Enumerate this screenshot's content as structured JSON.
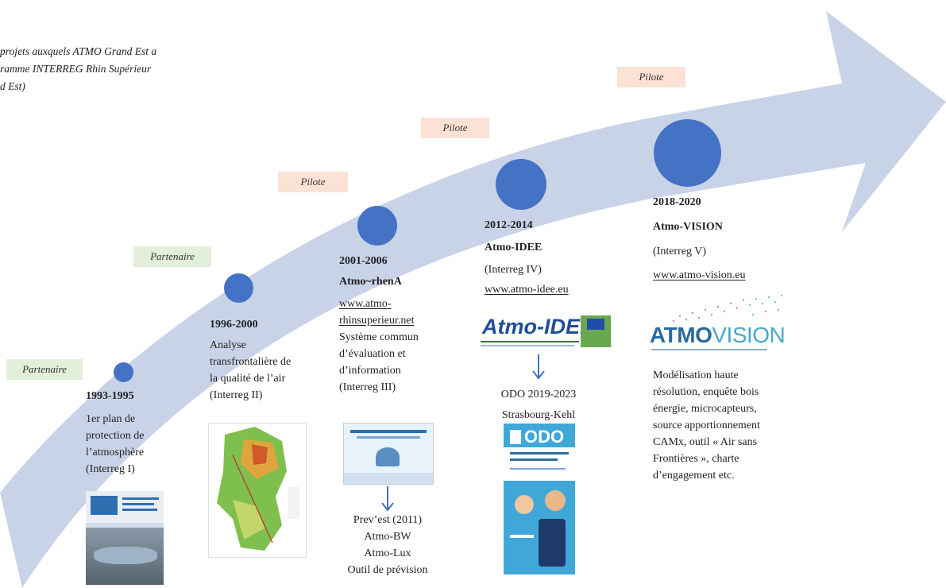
{
  "caption": {
    "line1": "projets auxquels ATMO Grand Est a",
    "line2": "ramme INTERREG Rhin Supérieur",
    "line3": "d Est)"
  },
  "tags": {
    "t1": "Partenaire",
    "t2": "Partenaire",
    "t3": "Pilote",
    "t4": "Pilote",
    "t5": "Pilote"
  },
  "colors": {
    "arrow": "#c9d3e8",
    "dot": "#4472c4",
    "tag_green": "#e3efd9",
    "tag_peach": "#fbe2d5",
    "down_arrow": "#4472c4"
  },
  "p1": {
    "years": "1993-1995",
    "lines": [
      "1er plan de",
      "protection de",
      "l’atmosphère",
      "(Interreg I)"
    ]
  },
  "p2": {
    "years": "1996-2000",
    "lines": [
      "Analyse",
      "transfrontalière de",
      "la qualité de l’air",
      "(Interreg II)"
    ]
  },
  "p3": {
    "years": "2001-2006",
    "name": "Atmo~rhenA",
    "url1": "www.atmo-",
    "url2": "rhinsuperieur.net",
    "lines": [
      "Système commun",
      "d’évaluation et",
      "d’information",
      "(Interreg III)"
    ],
    "after": [
      "Prev’est (2011)",
      "Atmo-BW",
      "Atmo-Lux",
      "Outil de prévision"
    ]
  },
  "p4": {
    "years": "2012-2014",
    "name": "Atmo-IDEE",
    "sub": "(Interreg IV)",
    "url": "www.atmo-idee.eu",
    "logo": "Atmo-IDEE",
    "after": [
      "ODO 2019-2023",
      "Strasbourg-Kehl"
    ],
    "poster_title": "ODO"
  },
  "p5": {
    "years": "2018-2020",
    "name": "Atmo-VISION",
    "sub": "(Interreg V)",
    "url": "www.atmo-vision.eu",
    "logo_a": "ATMO",
    "logo_b": "VISION",
    "lines": [
      "Modélisation haute",
      "résolution, enquête bois",
      "énergie, microcapteurs,",
      "source apportionnement",
      "CAMx, outil « Air sans",
      "Frontières », charte",
      "d’engagement etc."
    ]
  }
}
